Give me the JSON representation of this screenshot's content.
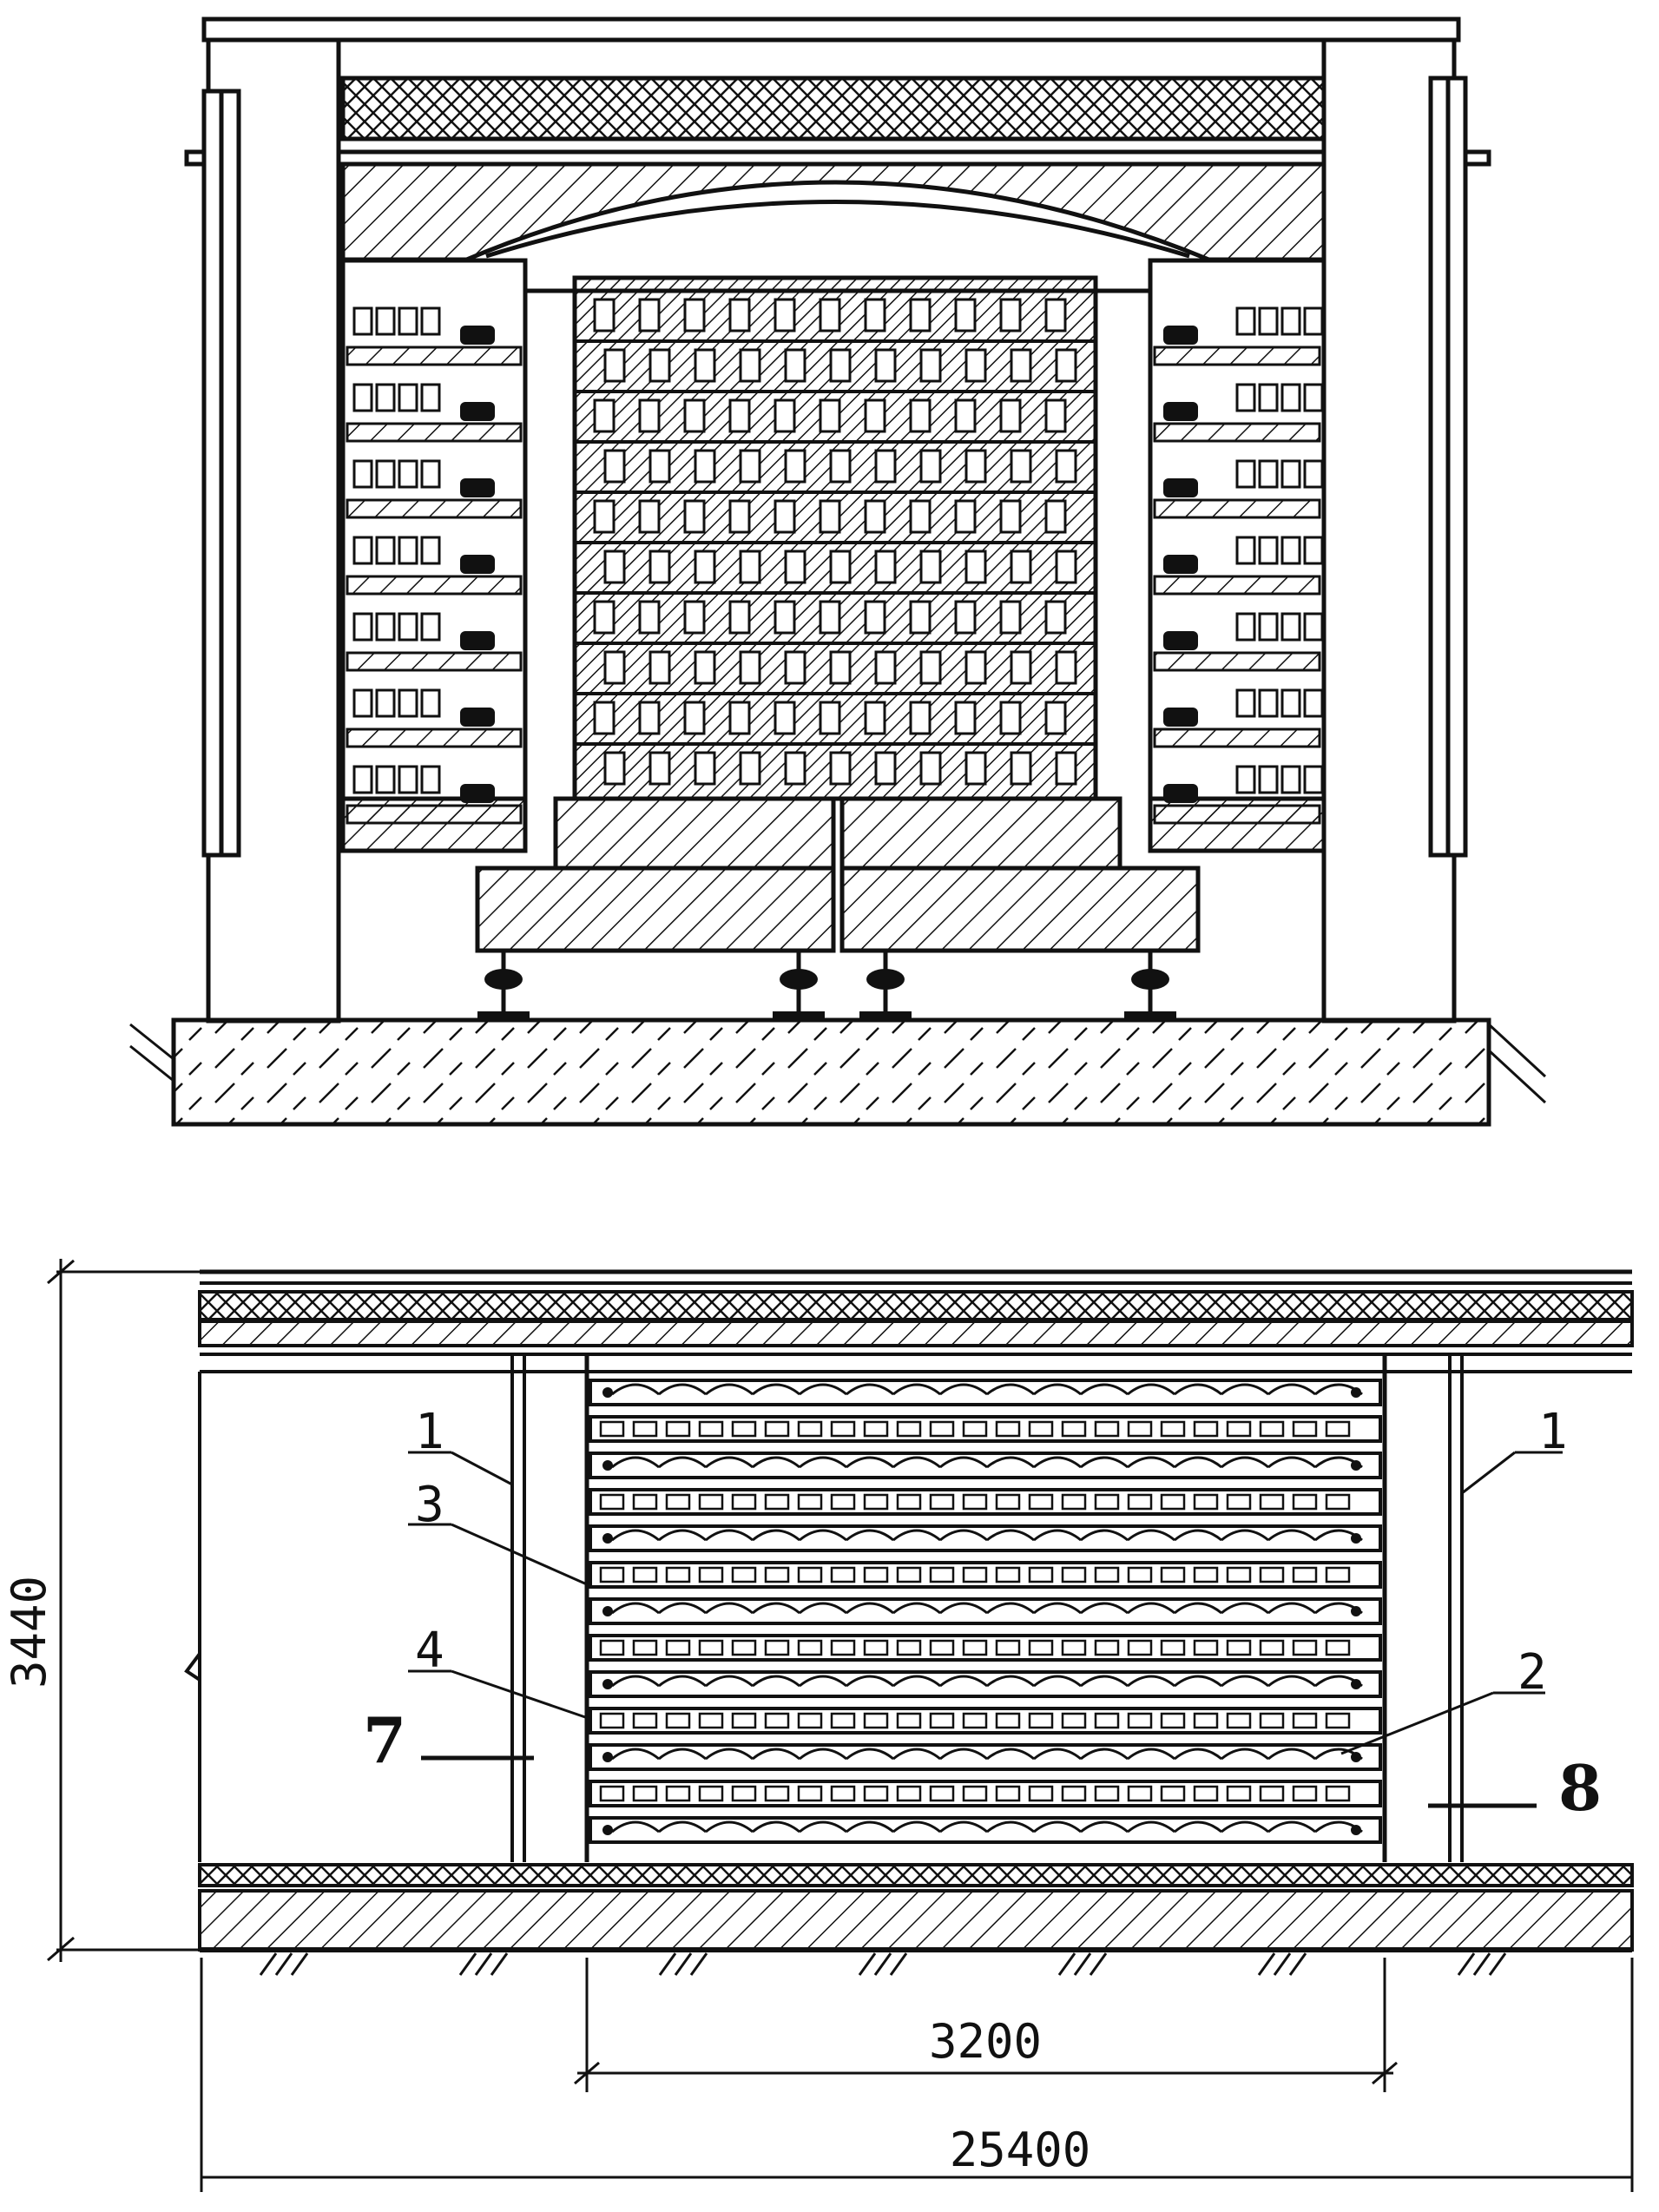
{
  "callouts": {
    "c1_left": "1",
    "c1_right": "1",
    "c2": "2",
    "c3": "3",
    "c4": "4",
    "c7": "7",
    "c8": "8"
  },
  "dimensions": {
    "height": "3440",
    "inner_width": "3200",
    "overall_width": "25400"
  },
  "colors": {
    "ink": "#111111",
    "paper": "#ffffff"
  }
}
